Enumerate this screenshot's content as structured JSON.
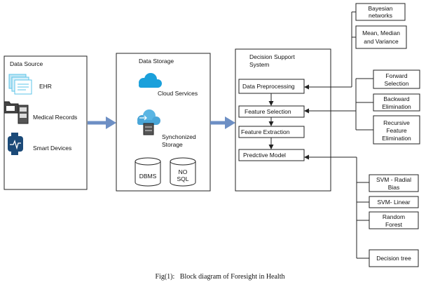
{
  "data_source": {
    "title": "Data Source",
    "items": [
      "EHR",
      "Medical Records",
      "Smart  Devices"
    ]
  },
  "data_storage": {
    "title": "Data Storage",
    "cloud": "Cloud Services",
    "sync_line1": "Synchonized",
    "sync_line2": "Storage",
    "dbms": "DBMS",
    "nosql_line1": "NO",
    "nosql_line2": "SQL"
  },
  "decision_support": {
    "title_line1": "Decision Support",
    "title_line2": "System",
    "steps": [
      "Data Preprocessing",
      "Feature Selection",
      "Feature  Extraction",
      "Predctive Model"
    ]
  },
  "preprocessing_methods": [
    [
      "Bayesian",
      "networks"
    ],
    [
      "Mean, Median",
      "and Variance"
    ]
  ],
  "selection_methods": [
    [
      "Forward",
      "Selection"
    ],
    [
      "Backward",
      "Elimination"
    ],
    [
      "Recursive",
      "Feature",
      "Elimination"
    ]
  ],
  "model_methods": [
    [
      "SVM - Radial",
      "Bias"
    ],
    [
      "SVM- Linear"
    ],
    [
      "Random",
      "Forest"
    ],
    [
      "Decision tree"
    ]
  ],
  "caption": "Fig(1):   Block diagram of Foresight in Health",
  "colors": {
    "arrow": "#6d8fc4",
    "cloud": "#1aa0db",
    "doc": "#5ec4e8",
    "folder": "#333333",
    "device": "#1b4a78"
  }
}
